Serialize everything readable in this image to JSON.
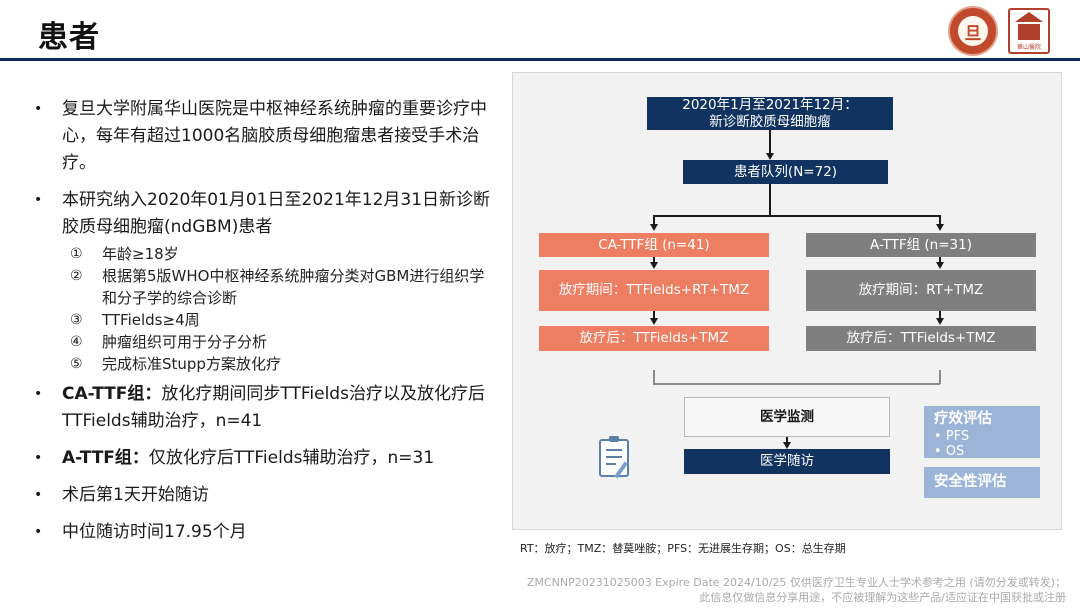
{
  "header": {
    "title": "患者",
    "logo_left_glyph": "旦",
    "logo_right_text": "華山醫院",
    "colors": {
      "rule": "#0d2a5c",
      "logo": "#c24a2c"
    }
  },
  "bullets": {
    "b1": "复旦大学附属华山医院是中枢神经系统肿瘤的重要诊疗中心，每年有超过1000名脑胶质母细胞瘤患者接受手术治疗。",
    "b2": "本研究纳入2020年01月01日至2021年12月31日新诊断胶质母细胞瘤(ndGBM)患者",
    "sub": [
      {
        "num": "①",
        "text": "年龄≥18岁"
      },
      {
        "num": "②",
        "text": "根据第5版WHO中枢神经系统肿瘤分类对GBM进行组织学和分子学的综合诊断"
      },
      {
        "num": "③",
        "text": "TTFields≥4周"
      },
      {
        "num": "④",
        "text": "肿瘤组织可用于分子分析"
      },
      {
        "num": "⑤",
        "text": "完成标准Stupp方案放化疗"
      }
    ],
    "b3_bold": "CA-TTF组：",
    "b3_text": "放化疗期间同步TTFields治疗以及放化疗后TTFields辅助治疗，n=41",
    "b4_bold": "A-TTF组：",
    "b4_text": "仅放化疗后TTFields辅助治疗，n=31",
    "b5": "术后第1天开始随访",
    "b6": "中位随访时间17.95个月",
    "dot": "•"
  },
  "flow": {
    "top_line1": "2020年1月至2021年12月：",
    "top_line2": "新诊断胶质母细胞瘤",
    "cohort": "患者队列(N=72)",
    "ca_group": "CA-TTF组 (n=41)",
    "ca_during": "放疗期间：TTFields+RT+TMZ",
    "ca_after": "放疗后：TTFields+TMZ",
    "a_group": "A-TTF组 (n=31)",
    "a_during": "放疗期间：RT+TMZ",
    "a_after": "放疗后：TTFields+TMZ",
    "monitor": "医学监测",
    "followup": "医学随访",
    "efficacy_title": "疗效评估",
    "efficacy_items": [
      "•  PFS",
      "•  OS"
    ],
    "safety": "安全性评估",
    "colors": {
      "navy": "#10335f",
      "orange": "#ee7e62",
      "grey": "#7f7f7f",
      "blue": "#9bb4d8"
    }
  },
  "footnote": "RT：放疗；TMZ：替莫唑胺；PFS：无进展生存期；OS：总生存期",
  "disclaimer": {
    "line1": "ZMCNNP20231025003 Expire Date 2024/10/25 仅供医疗卫生专业人士学术参考之用 (请勿分发或转发)；",
    "line2": "此信息仅做信息分享用途，不应被理解为这些产品/适应证在中国获批或注册"
  }
}
